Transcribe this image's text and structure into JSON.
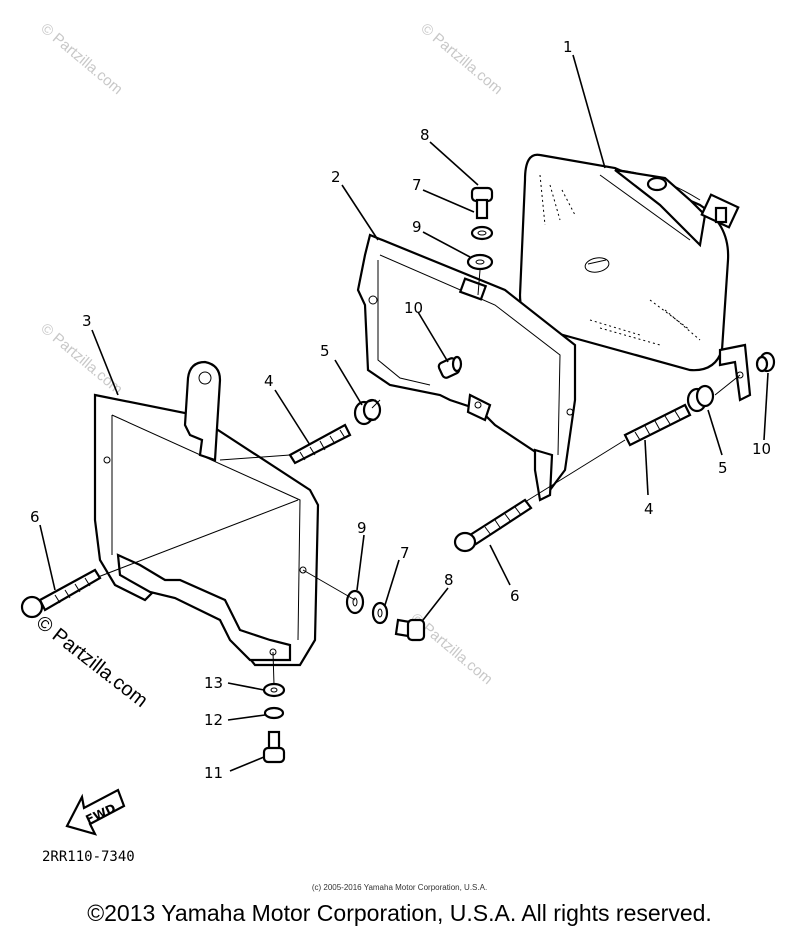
{
  "diagram": {
    "callouts": [
      {
        "id": "c1",
        "label": "1"
      },
      {
        "id": "c2",
        "label": "2"
      },
      {
        "id": "c3",
        "label": "3"
      },
      {
        "id": "c4a",
        "label": "4"
      },
      {
        "id": "c4b",
        "label": "4"
      },
      {
        "id": "c5a",
        "label": "5"
      },
      {
        "id": "c5b",
        "label": "5"
      },
      {
        "id": "c6a",
        "label": "6"
      },
      {
        "id": "c6b",
        "label": "6"
      },
      {
        "id": "c7a",
        "label": "7"
      },
      {
        "id": "c7b",
        "label": "7"
      },
      {
        "id": "c8a",
        "label": "8"
      },
      {
        "id": "c8b",
        "label": "8"
      },
      {
        "id": "c9a",
        "label": "9"
      },
      {
        "id": "c9b",
        "label": "9"
      },
      {
        "id": "c10a",
        "label": "10"
      },
      {
        "id": "c10b",
        "label": "10"
      },
      {
        "id": "c11",
        "label": "11"
      },
      {
        "id": "c12",
        "label": "12"
      },
      {
        "id": "c13",
        "label": "13"
      }
    ],
    "fwd_label": "FWD",
    "diagram_code": "2RR110-7340"
  },
  "watermark": {
    "text": "© Partzilla.com",
    "prominent_text": "© Partzilla.com"
  },
  "footer": {
    "small_copyright": "(c) 2005-2016 Yamaha Motor Corporation, U.S.A.",
    "main_copyright": "©2013 Yamaha Motor Corporation, U.S.A. All rights reserved."
  }
}
